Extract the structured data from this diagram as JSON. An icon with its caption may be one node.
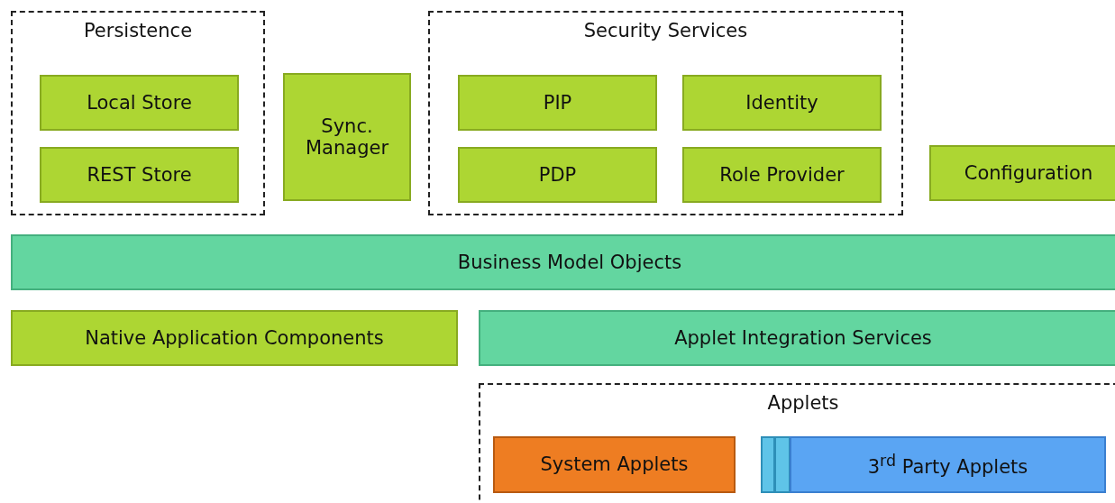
{
  "diagram": {
    "nodes": [
      {
        "text": [
          "Persistence"
        ]
      },
      {
        "text": [
          "Local Store"
        ],
        "in": 0
      },
      {
        "text": [
          "REST Store"
        ],
        "in": 0
      },
      {
        "text": [
          "Sync. Manager"
        ]
      },
      {
        "text": [
          "Security Services"
        ]
      },
      {
        "text": [
          "PIP"
        ],
        "in": 4
      },
      {
        "text": [
          "Identity"
        ],
        "in": 4
      },
      {
        "text": [
          "PDP"
        ],
        "in": 4
      },
      {
        "text": [
          "Role Provider"
        ],
        "in": 4
      },
      {
        "text": [
          "Configuration"
        ]
      },
      {
        "text": [
          "Business Model Objects"
        ]
      },
      {
        "text": [
          "Native Application Components"
        ]
      },
      {
        "text": [
          "Applet Integration Services"
        ]
      },
      {
        "text": [
          "Applets"
        ]
      },
      {
        "text": [
          "System Applets"
        ],
        "in": 13
      },
      {
        "text": [],
        "shape": "box",
        "in": 13
      },
      {
        "text": [],
        "shape": "box",
        "in": 13
      },
      {
        "text": [
          "3$^{rd}$ Party Applets"
        ],
        "in": 13
      }
    ],
    "edges": []
  }
}
